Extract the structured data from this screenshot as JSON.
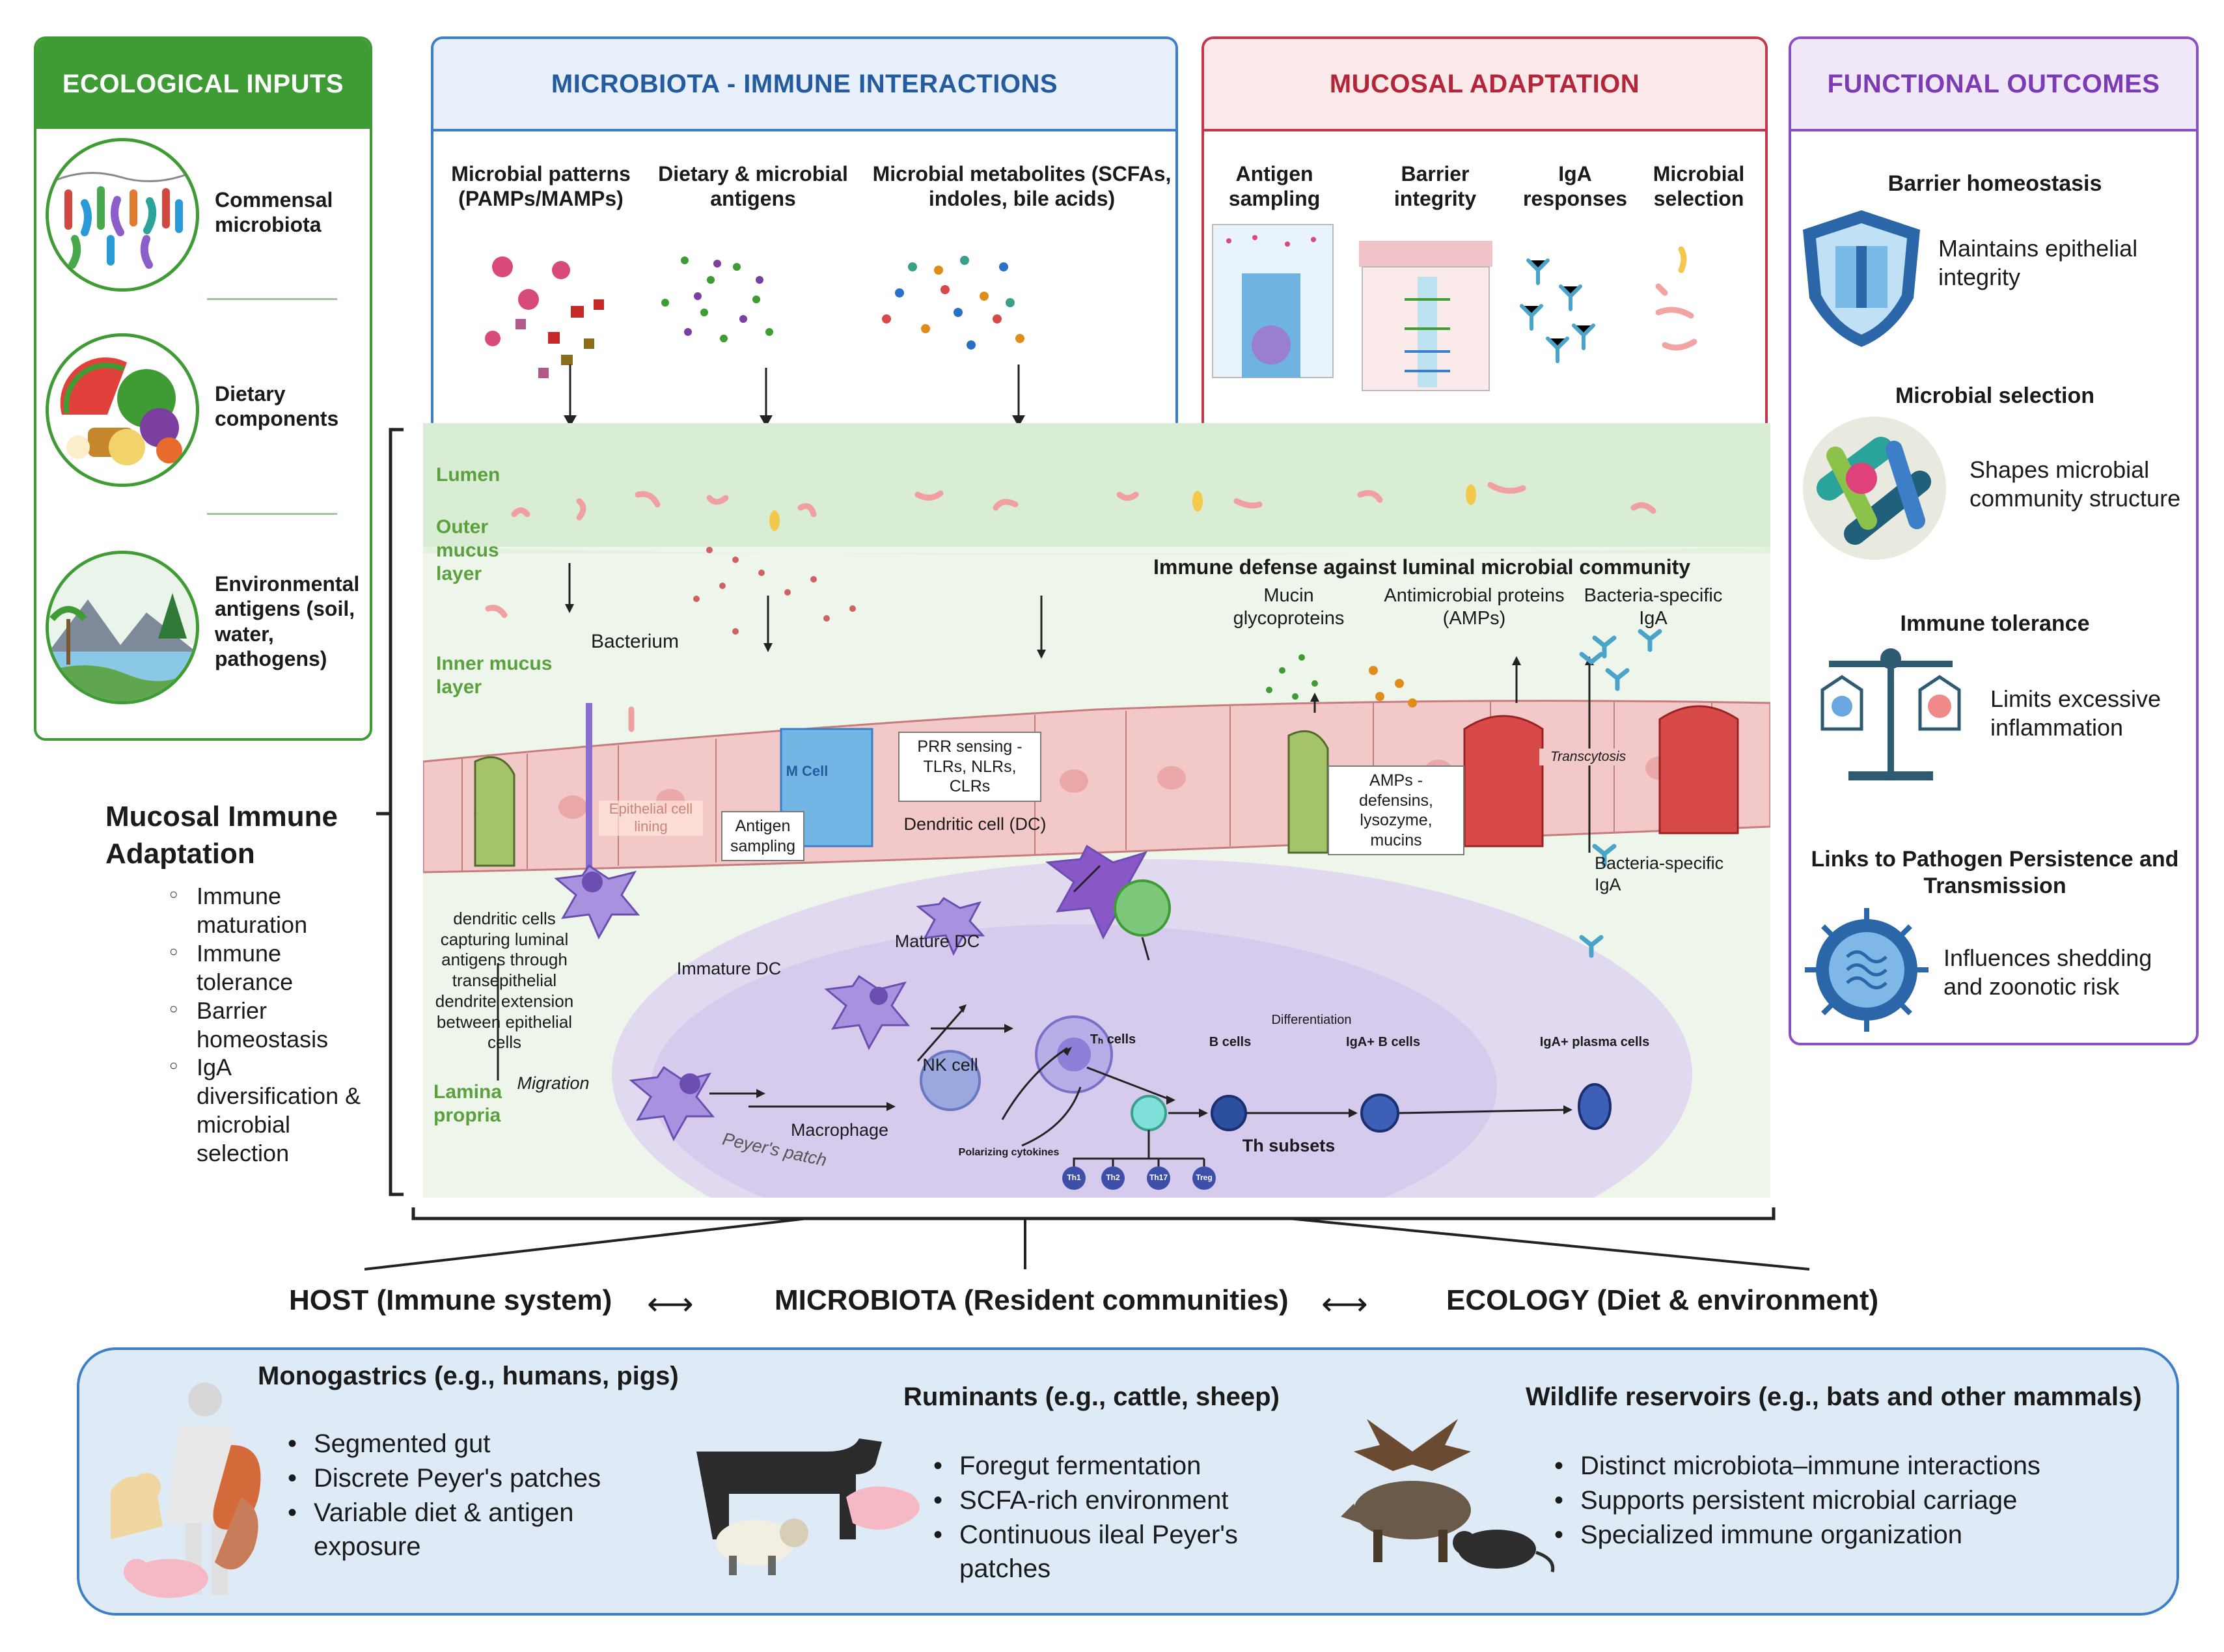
{
  "ecological": {
    "header": "ECOLOGICAL INPUTS",
    "items": [
      {
        "label": "Commensal microbiota",
        "icon": "bacteria-icon"
      },
      {
        "label": "Dietary components",
        "icon": "food-icon"
      },
      {
        "label": "Environmental antigens (soil, water, pathogens)",
        "icon": "landscape-icon"
      }
    ]
  },
  "microbiota_panel": {
    "header": "MICROBIOTA - IMMUNE INTERACTIONS",
    "col1": "Microbial patterns (PAMPs/MAMPs)",
    "col2": "Dietary & microbial antigens",
    "col3": "Microbial metabolites (SCFAs, indoles, bile acids)"
  },
  "mucosal_panel": {
    "header": "MUCOSAL ADAPTATION",
    "col1": "Antigen sampling",
    "col2": "Barrier integrity",
    "col3": "IgA responses",
    "col4": "Microbial selection"
  },
  "outcomes": {
    "header": "FUNCTIONAL OUTCOMES",
    "items": [
      {
        "title": "Barrier homeostasis",
        "desc": "Maintains epithelial integrity",
        "icon": "shield-icon"
      },
      {
        "title": "Microbial selection",
        "desc": "Shapes microbial community structure",
        "icon": "microbes-icon"
      },
      {
        "title": "Immune tolerance",
        "desc": "Limits excessive inflammation",
        "icon": "balance-scale-icon"
      },
      {
        "title": "Links to Pathogen Persistence and Transmission",
        "desc": "Influences shedding and zoonotic risk",
        "icon": "virus-icon"
      }
    ]
  },
  "adaptation": {
    "title": "Mucosal Immune Adaptation",
    "items": [
      "Immune maturation",
      "Immune tolerance",
      "Barrier homeostasis",
      "IgA diversification & microbial selection"
    ]
  },
  "gut": {
    "layers": {
      "lumen": "Lumen",
      "outer": "Outer mucus layer",
      "inner": "Inner mucus layer",
      "lamina": "Lamina propria"
    },
    "bacterium": "Bacterium",
    "immune_defense": "Immune defense against luminal microbial community",
    "mucin": "Mucin glycoproteins",
    "amps": "Antimicrobial proteins (AMPs)",
    "bact_iga_top": "Bacteria-specific IgA",
    "epithelial_lining": "Epithelial cell lining",
    "m_cell": "M Cell",
    "antigen_sampling": "Antigen sampling",
    "prr": "PRR sensing - TLRs, NLRs, CLRs",
    "dc": "Dendritic cell (DC)",
    "amps_box": "AMPs - defensins, lysozyme, mucins",
    "transcytosis": "Transcytosis",
    "bact_iga_mid": "Bacteria-specific IgA",
    "dc_capture": "dendritic cells capturing luminal antigens through transepithelial dendrite extension between epithelial cells",
    "immature_dc": "Immature DC",
    "mature_dc": "Mature DC",
    "nk_cell": "NK cell",
    "macrophage": "Macrophage",
    "migration": "Migration",
    "peyers": "Peyer's patch",
    "th_cells": "Tₕ cells",
    "b_cells": "B cells",
    "differentiation": "Differentiation",
    "iga_b": "IgA+ B cells",
    "iga_plasma": "IgA+ plasma cells",
    "polarizing": "Polarizing cytokines",
    "th_subsets": "Th subsets",
    "subset_labels": [
      "Th1",
      "Th2",
      "Th17",
      "Treg"
    ]
  },
  "axis": {
    "host": "HOST (Immune system)",
    "microbiota": "MICROBIOTA (Resident communities)",
    "ecology": "ECOLOGY (Diet & environment)"
  },
  "species": [
    {
      "title": "Monogastrics (e.g., humans, pigs)",
      "bullets": [
        "Segmented gut",
        "Discrete Peyer's patches",
        "Variable diet & antigen exposure"
      ]
    },
    {
      "title": "Ruminants (e.g., cattle, sheep)",
      "bullets": [
        "Foregut fermentation",
        "SCFA-rich environment",
        "Continuous ileal Peyer's patches"
      ]
    },
    {
      "title": "Wildlife reservoirs (e.g., bats and other mammals)",
      "bullets": [
        "Distinct microbiota–immune interactions",
        "Supports persistent microbial carriage",
        "Specialized immune organization"
      ]
    }
  ],
  "colors": {
    "green": "#3f9c35",
    "blue": "#3d7ec9",
    "red": "#c4364a",
    "purple": "#8a4fc4",
    "bottom_bg": "#deebf7"
  }
}
